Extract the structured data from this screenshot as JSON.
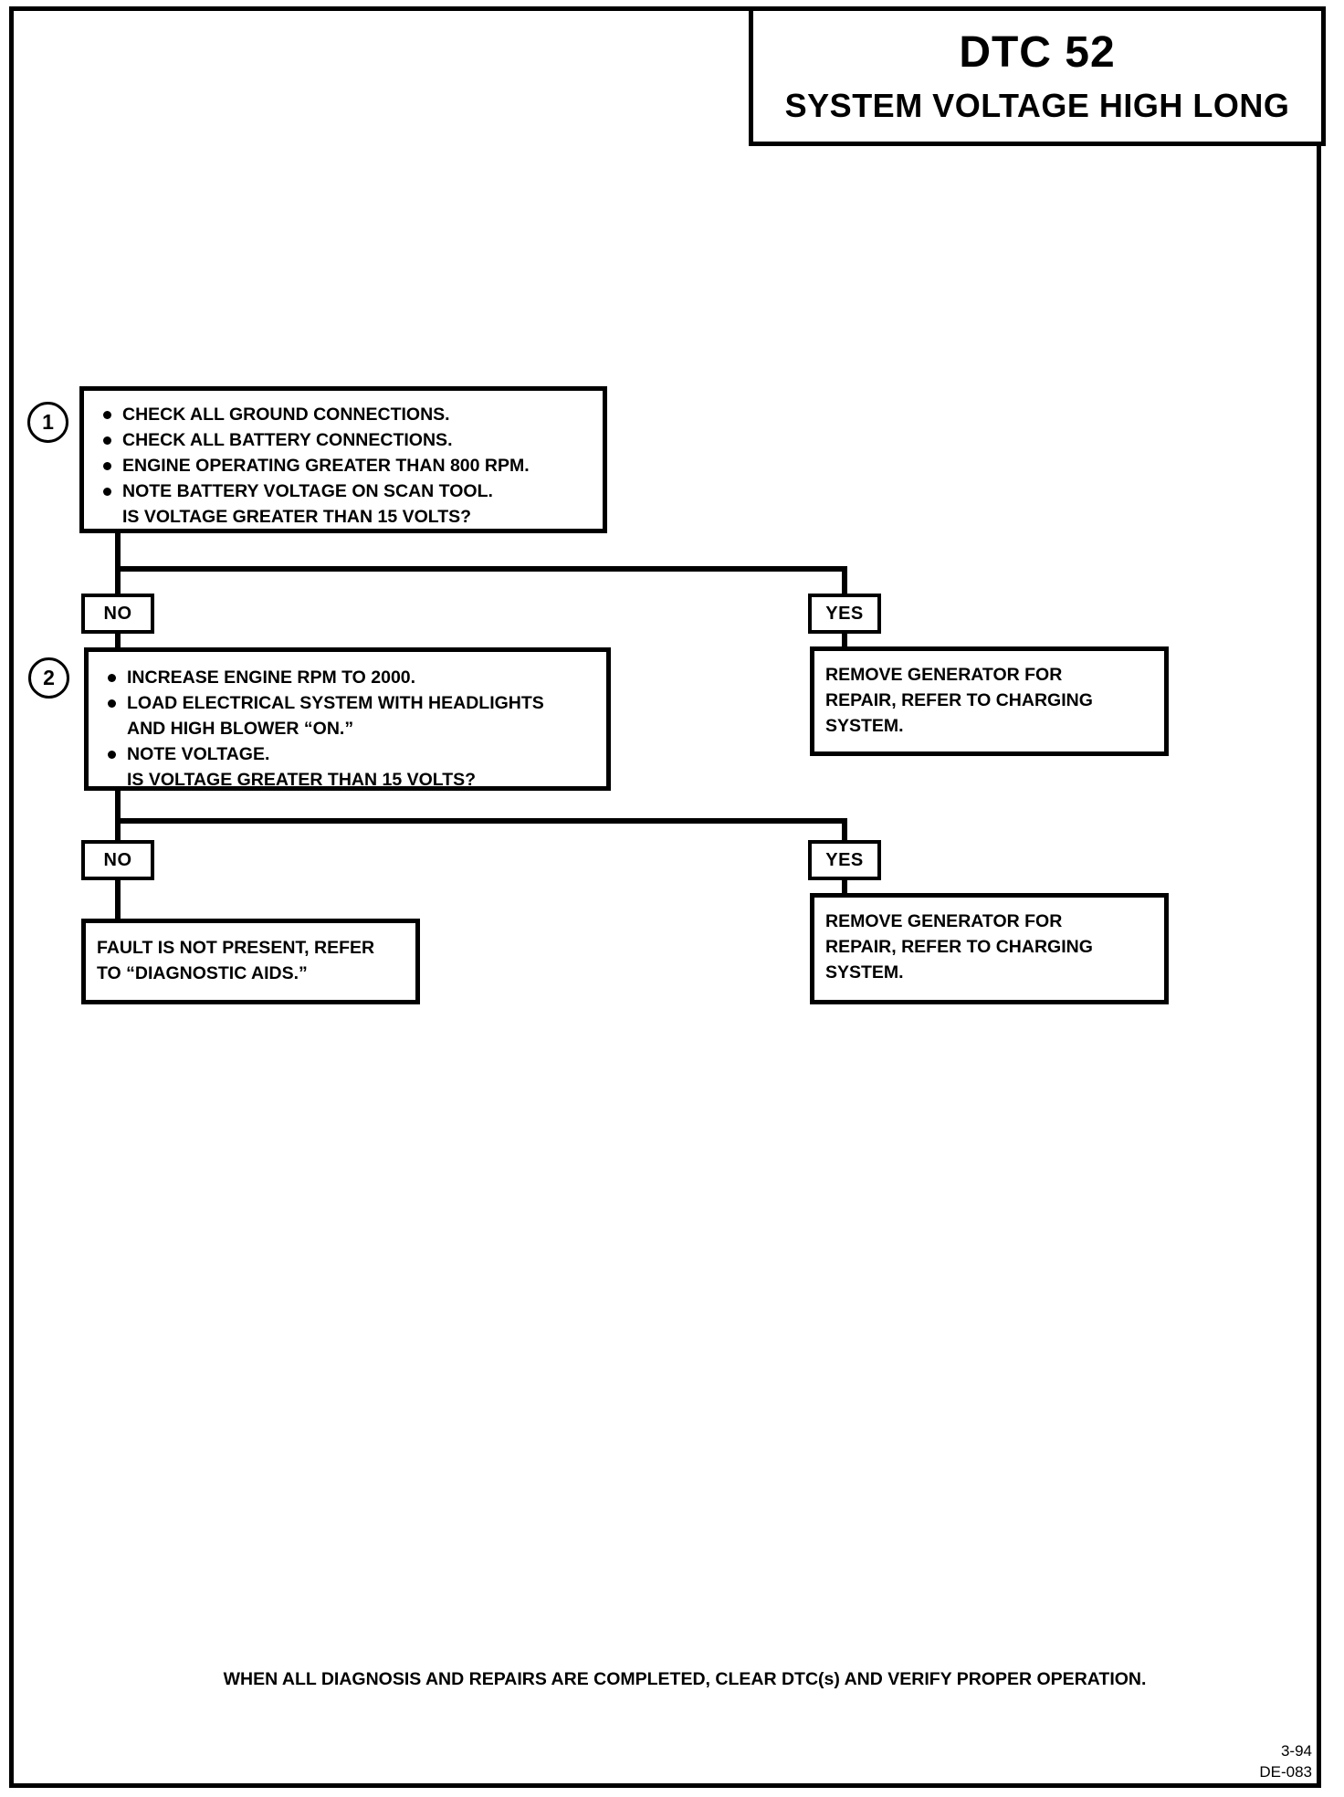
{
  "title": {
    "code": "DTC 52",
    "name": "SYSTEM VOLTAGE HIGH LONG"
  },
  "labels": {
    "no": "NO",
    "yes": "YES"
  },
  "steps": [
    {
      "number": "1",
      "lines": [
        {
          "bullet": true,
          "text": "CHECK ALL GROUND CONNECTIONS."
        },
        {
          "bullet": true,
          "text": "CHECK ALL BATTERY CONNECTIONS."
        },
        {
          "bullet": true,
          "text": "ENGINE OPERATING GREATER THAN 800 RPM."
        },
        {
          "bullet": true,
          "text": "NOTE BATTERY VOLTAGE ON SCAN TOOL."
        },
        {
          "bullet": false,
          "text": "IS VOLTAGE GREATER THAN 15 VOLTS?"
        }
      ]
    },
    {
      "number": "2",
      "lines": [
        {
          "bullet": true,
          "text": "INCREASE ENGINE RPM TO 2000."
        },
        {
          "bullet": true,
          "text": "LOAD ELECTRICAL SYSTEM WITH HEADLIGHTS AND HIGH BLOWER “ON.”"
        },
        {
          "bullet": true,
          "text": "NOTE VOLTAGE."
        },
        {
          "bullet": false,
          "text": "IS VOLTAGE GREATER THAN 15 VOLTS?"
        }
      ]
    }
  ],
  "outcomes": {
    "remove_generator_1": {
      "lines": [
        "REMOVE GENERATOR FOR",
        "REPAIR, REFER TO CHARGING",
        "SYSTEM."
      ]
    },
    "fault_not_present": {
      "lines": [
        "FAULT IS NOT PRESENT, REFER",
        "TO “DIAGNOSTIC AIDS.”"
      ]
    },
    "remove_generator_2": {
      "lines": [
        "REMOVE GENERATOR FOR",
        "REPAIR, REFER TO CHARGING",
        "SYSTEM."
      ]
    }
  },
  "footer": {
    "instruction": "WHEN ALL DIAGNOSIS AND REPAIRS ARE COMPLETED, CLEAR DTC(s) AND VERIFY PROPER OPERATION.",
    "page_ref": "3-94",
    "doc_ref": "DE-083"
  }
}
